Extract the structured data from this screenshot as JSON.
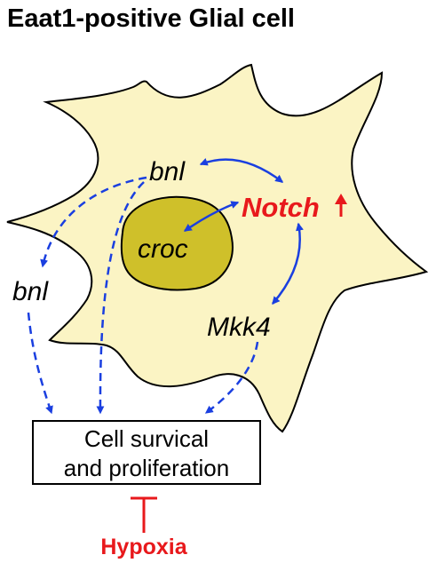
{
  "title": "Eaat1-positive Glial cell",
  "nodes": {
    "bnl_inner": "bnl",
    "bnl_outer": "bnl",
    "notch": "Notch",
    "croc": "croc",
    "mkk4": "Mkk4",
    "outcome_line1": "Cell survical",
    "outcome_line2": "and proliferation",
    "hypoxia": "Hypoxia"
  },
  "colors": {
    "cell_fill": "#fbf4c4",
    "nucleus_fill": "#cfc02a",
    "arrow": "#1a3fe0",
    "highlight": "#e8191c",
    "text": "#000000"
  },
  "indicators": {
    "notch_direction": "up-arrow-icon"
  }
}
